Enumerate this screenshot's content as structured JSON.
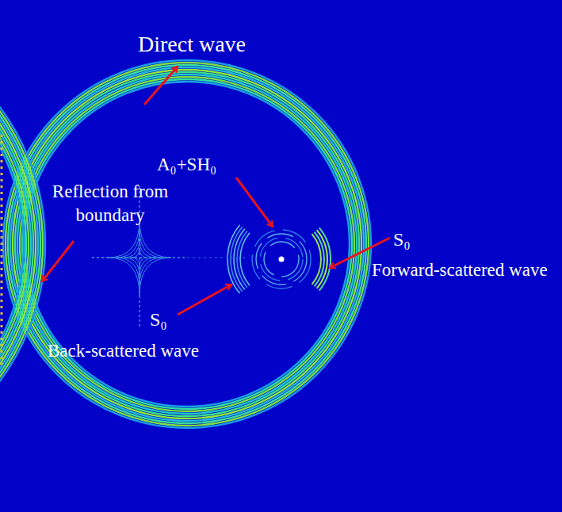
{
  "diagram": {
    "labels": [
      "Direct wave",
      "A₀+SH₀",
      "Reflection from boundary",
      "S₀",
      "Forward-scattered wave",
      "S₀",
      "Back-scattered wave"
    ]
  }
}
